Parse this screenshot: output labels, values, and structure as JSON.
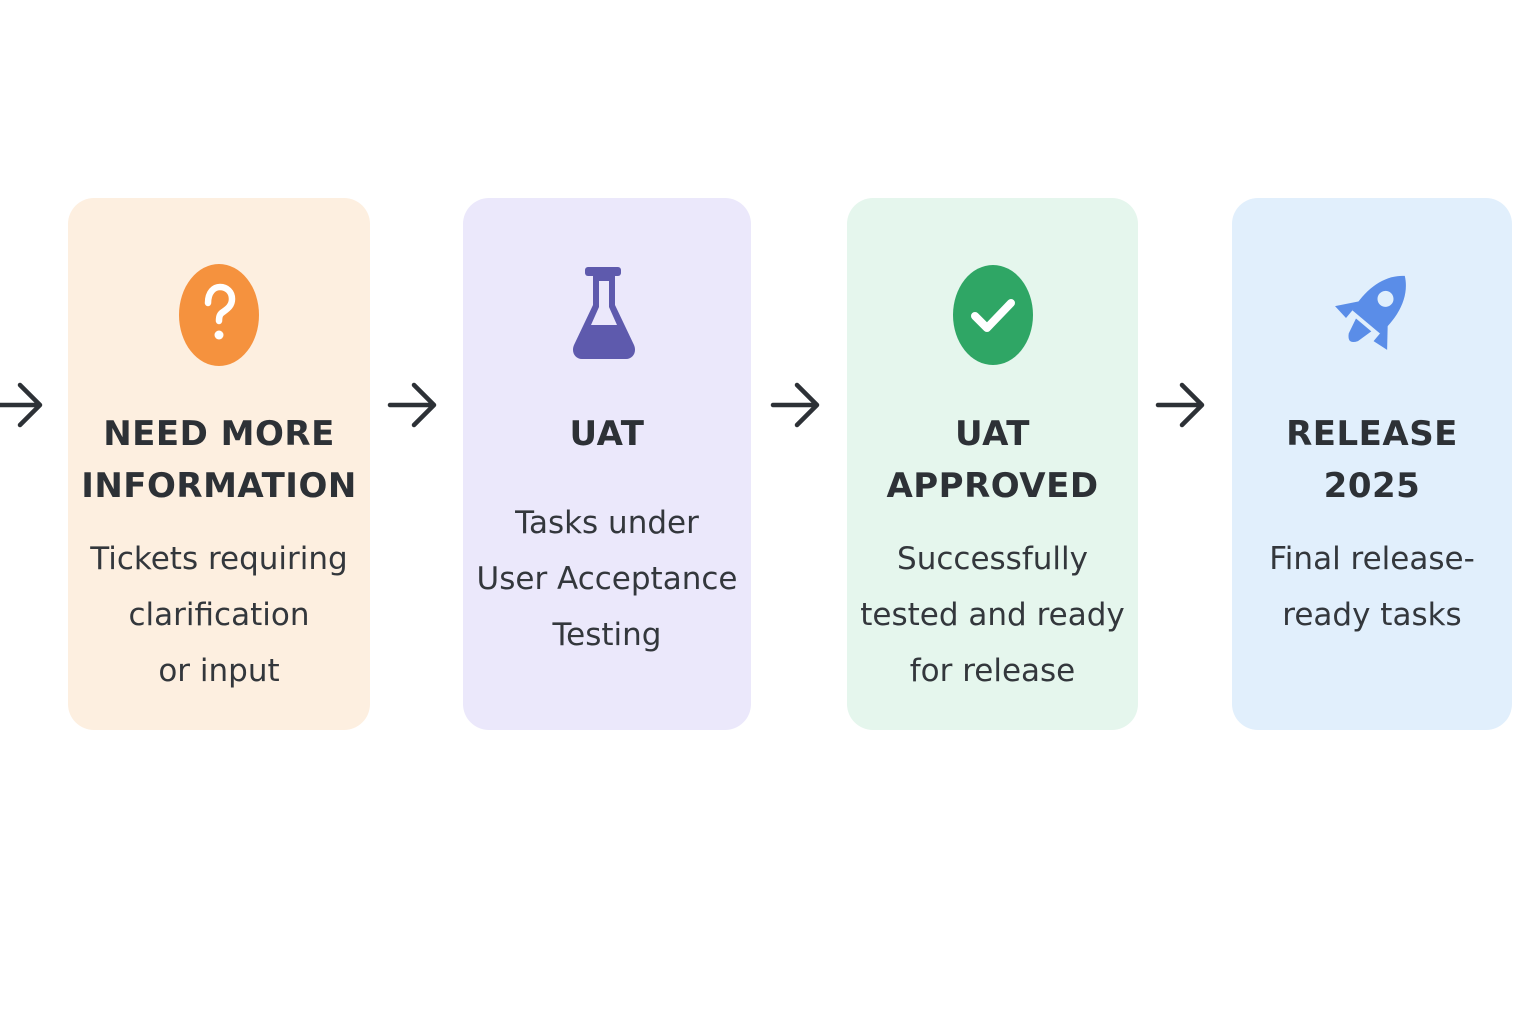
{
  "steps": [
    {
      "icon": "question-mark-icon",
      "color": "#f5923e",
      "background": "#fdefe0",
      "title_lines": [
        "NEED MORE",
        "INFORMATION"
      ],
      "desc_lines": [
        "Tickets requiring",
        "clarification",
        "or input"
      ]
    },
    {
      "icon": "flask-icon",
      "color": "#5e5aad",
      "background": "#ebe8fb",
      "title_lines": [
        "UAT"
      ],
      "desc_lines": [
        "Tasks under",
        "User Acceptance",
        "Testing"
      ]
    },
    {
      "icon": "checkmark-icon",
      "color": "#2fa665",
      "background": "#e5f6ed",
      "title_lines": [
        "UAT",
        "APPROVED"
      ],
      "desc_lines": [
        "Successfully",
        "tested and ready",
        "for release"
      ]
    },
    {
      "icon": "rocket-icon",
      "color": "#5a8de8",
      "background": "#e1effc",
      "title_lines": [
        "RELEASE",
        "2025"
      ],
      "desc_lines": [
        "Final release-",
        "ready tasks"
      ]
    }
  ],
  "arrow_color": "#2d3136"
}
